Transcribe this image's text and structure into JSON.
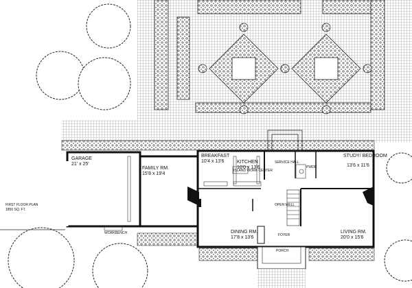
{
  "plan": {
    "title": "FIRST FLOOR PLAN",
    "area": "1856 SQ. FT."
  },
  "rooms": [
    {
      "name": "GARAGE",
      "size": "21' x 25'"
    },
    {
      "name": "FAMILY RM.",
      "size": "15'8 x 19'4"
    },
    {
      "name": "BREAKFAST",
      "size": "10'4 x 13'6"
    },
    {
      "name": "KITCHEN",
      "size": "10'0 x 13'6"
    },
    {
      "name": "SERVICE HALL",
      "size": ""
    },
    {
      "name": "STUDY/ BEDROOM",
      "size": "13'6 x 11'6"
    },
    {
      "name": "DINING RM.",
      "size": "17'8 x 13'6"
    },
    {
      "name": "FOYER",
      "size": ""
    },
    {
      "name": "LIVING RM.",
      "size": "20'0 x 15'6"
    },
    {
      "name": "PORCH",
      "size": ""
    }
  ],
  "fixtures": {
    "island": "ISLAND WORK CENTER",
    "pwdr": "PWDR",
    "open_well": "OPEN WELL",
    "workbench": "WORKBENCH"
  }
}
